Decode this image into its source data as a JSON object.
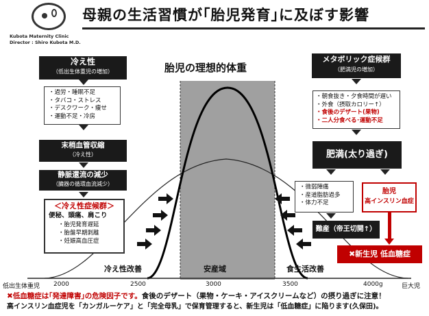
{
  "header": {
    "title": "母親の生活習慣が｢胎児発育｣に及ぼす影響",
    "clinic_line1": "Kubota   Maternity   Clinic",
    "clinic_line2": "Director : Shiro Kubota M.D."
  },
  "center": {
    "title": "胎児の理想的体重",
    "safe_zone": "安産域",
    "left_improve": "冷え性改善",
    "right_improve": "食生活改善"
  },
  "axis": {
    "left_end": "低出生体重児",
    "right_end": "巨大児",
    "ticks": [
      "2000",
      "2500",
      "3000",
      "3500",
      "4000g"
    ]
  },
  "left": {
    "box1_title": "冷え性",
    "box1_sub": "（低出生体重児の増加）",
    "list1": [
      "・過労・睡眠不足",
      "・タバコ・ストレス",
      "・デスクワーク・痩せ",
      "・運動不足・冷房"
    ],
    "box2_title": "末梢血管収縮",
    "box2_sub": "（冷え性）",
    "box3_title": "静脈還流の減少",
    "box3_sub": "（臓器の循環血流減少）",
    "syndrome_title": "＜冷え性症候群＞",
    "syndrome_line": "便秘、頭痛、肩こり",
    "syndrome_list": [
      "・胎児発育遅延",
      "・胎盤早期剥離",
      "・妊娠高血圧症"
    ]
  },
  "right": {
    "box1_title": "メタボリック症候群",
    "box1_sub": "（肥満児の増加）",
    "list1": [
      "・朝食抜き・夕食時間が遅い",
      "・外食（摂取カロリー↑）"
    ],
    "list1_red": [
      "・食後のデザート(果物)",
      "・二人分食べる･運動不足"
    ],
    "obesity": "肥満(太り過ぎ)",
    "list2": [
      "・微弱陣痛",
      "・産道脂肪過多",
      "・体力不足"
    ],
    "insulin_title": "胎児",
    "insulin_sub": "高インスリン血症",
    "difficult": "難産（帝王切開↑）",
    "hypoglycemia": "✖新生児 低血糖症"
  },
  "footer": {
    "line1_red": "✖低血糖症は｢発達障害｣の危険因子です。",
    "line1_rest": "食後のデザート（果物・ケーキ・アイスクリームなど）の摂り過ぎに注意！",
    "line2": "高インスリン血症児を「カンガルーケア」と「完全母乳」で保育管理すると、新生児は「低血糖症」に陥ります(久保田)。"
  },
  "colors": {
    "red": "#c00000",
    "dark": "#1a1a1a",
    "safe_band": "#a0a0a0"
  }
}
